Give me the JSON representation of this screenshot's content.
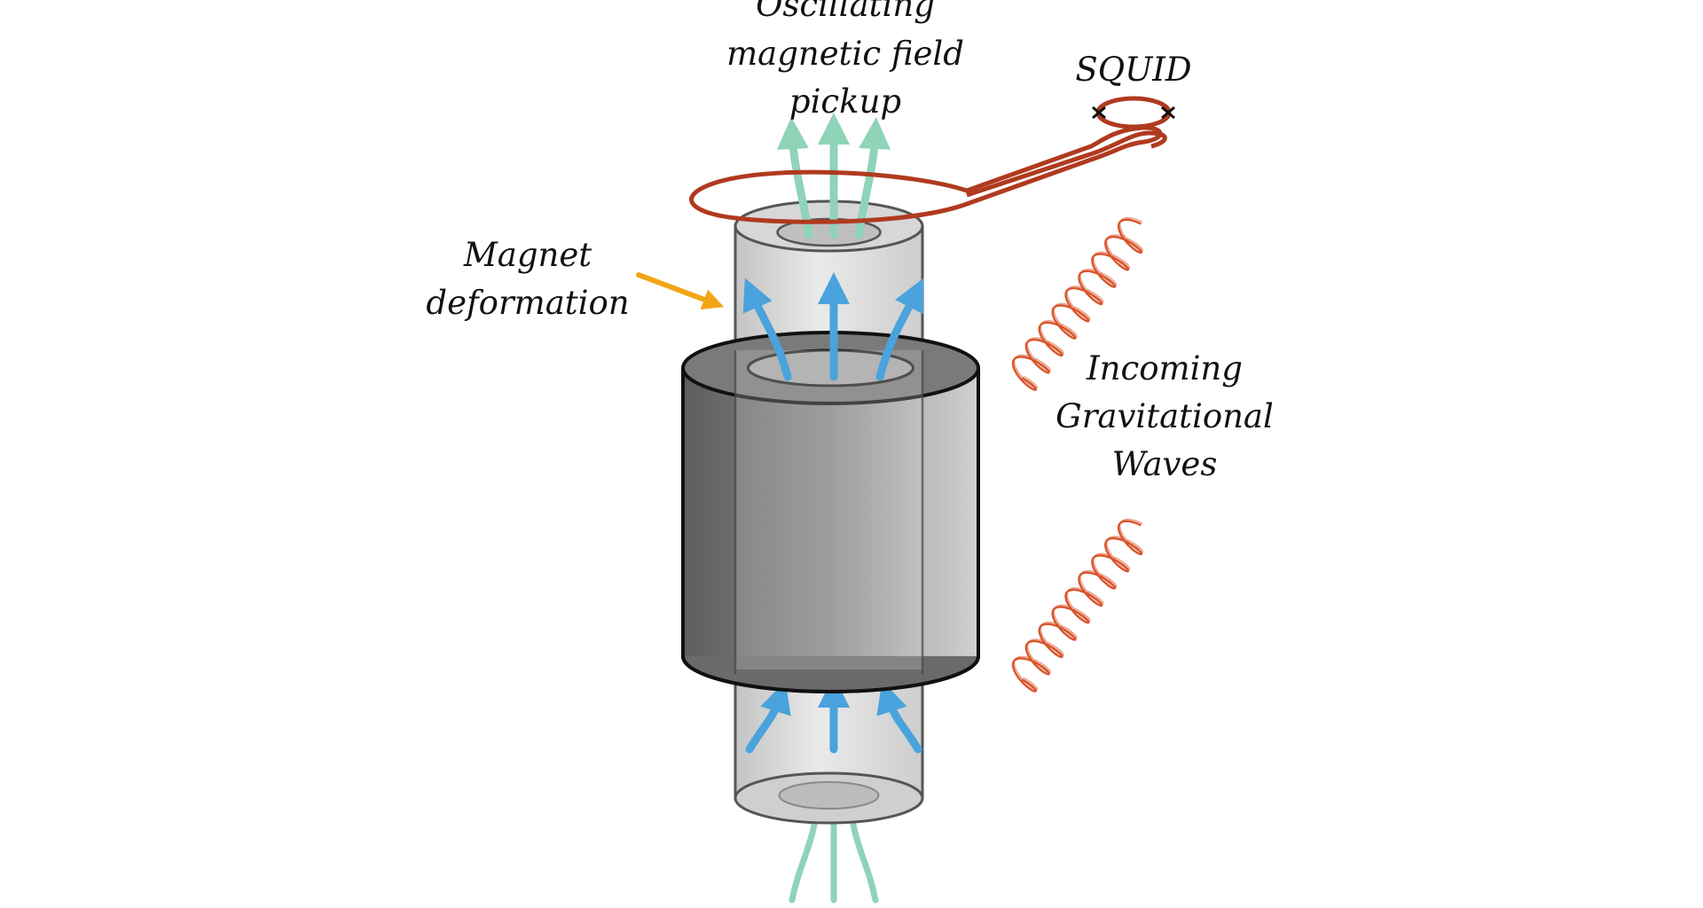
{
  "labels": {
    "field_pickup": [
      "Oscillating",
      "magnetic field",
      "pickup"
    ],
    "squid": "SQUID",
    "magnet_deformation": [
      "Magnet",
      "deformation"
    ],
    "gravitational_waves": [
      "Incoming",
      "Gravitational",
      "Waves"
    ]
  },
  "colors": {
    "pickup_loop": "#b03a1f",
    "field_lines_inner": "#4aa3dc",
    "field_lines_outer": "#8fd3b8",
    "gravitational_wave": "#d9542a",
    "deformation_arrow": "#f2a516",
    "magnet_dark": "#555555",
    "tube_translucent": "#c8c8c8"
  },
  "icons": {
    "squid_junction": "cross-mark-icon",
    "wave": "helix-wave-icon",
    "arrow": "arrow-icon"
  }
}
